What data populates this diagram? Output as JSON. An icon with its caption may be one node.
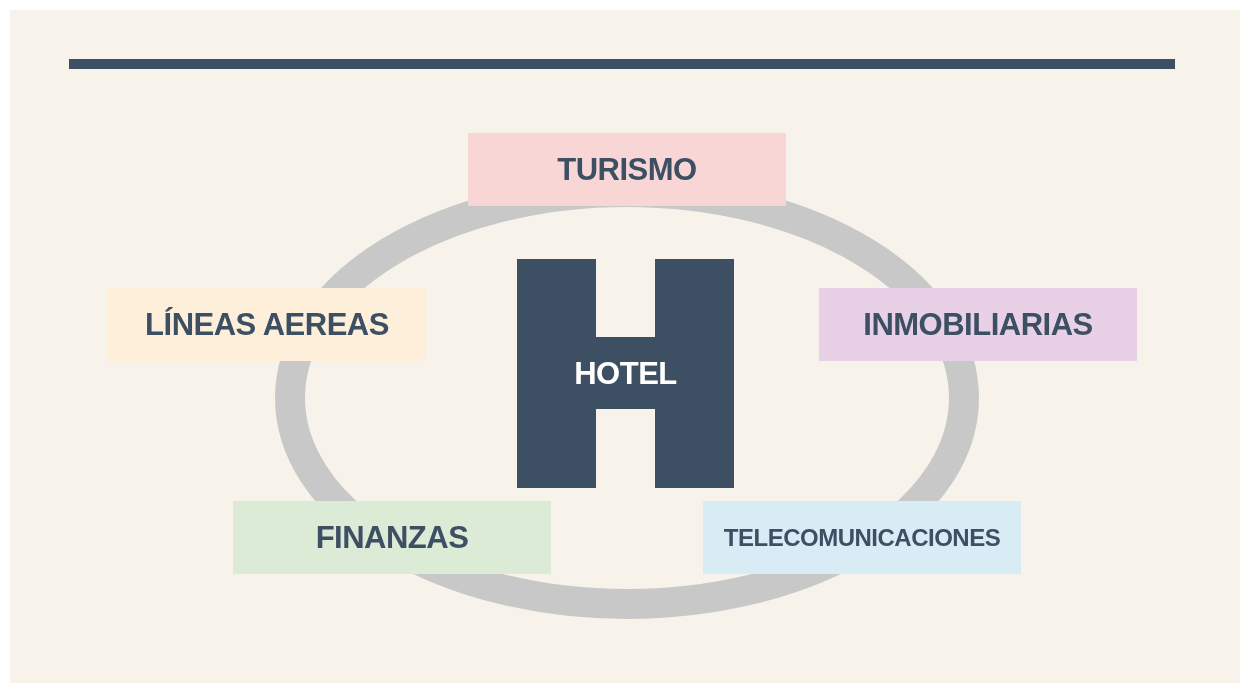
{
  "diagram": {
    "nodes": [
      {
        "text": [
          "TURISMO"
        ]
      },
      {
        "text": [
          "LÍNEAS AEREAS"
        ]
      },
      {
        "text": [
          "INMOBILIARIAS"
        ]
      },
      {
        "text": [
          "HOTEL"
        ]
      },
      {
        "text": [
          "FINANZAS"
        ]
      },
      {
        "text": [
          "TELECOMUNICACIONES"
        ]
      }
    ]
  }
}
